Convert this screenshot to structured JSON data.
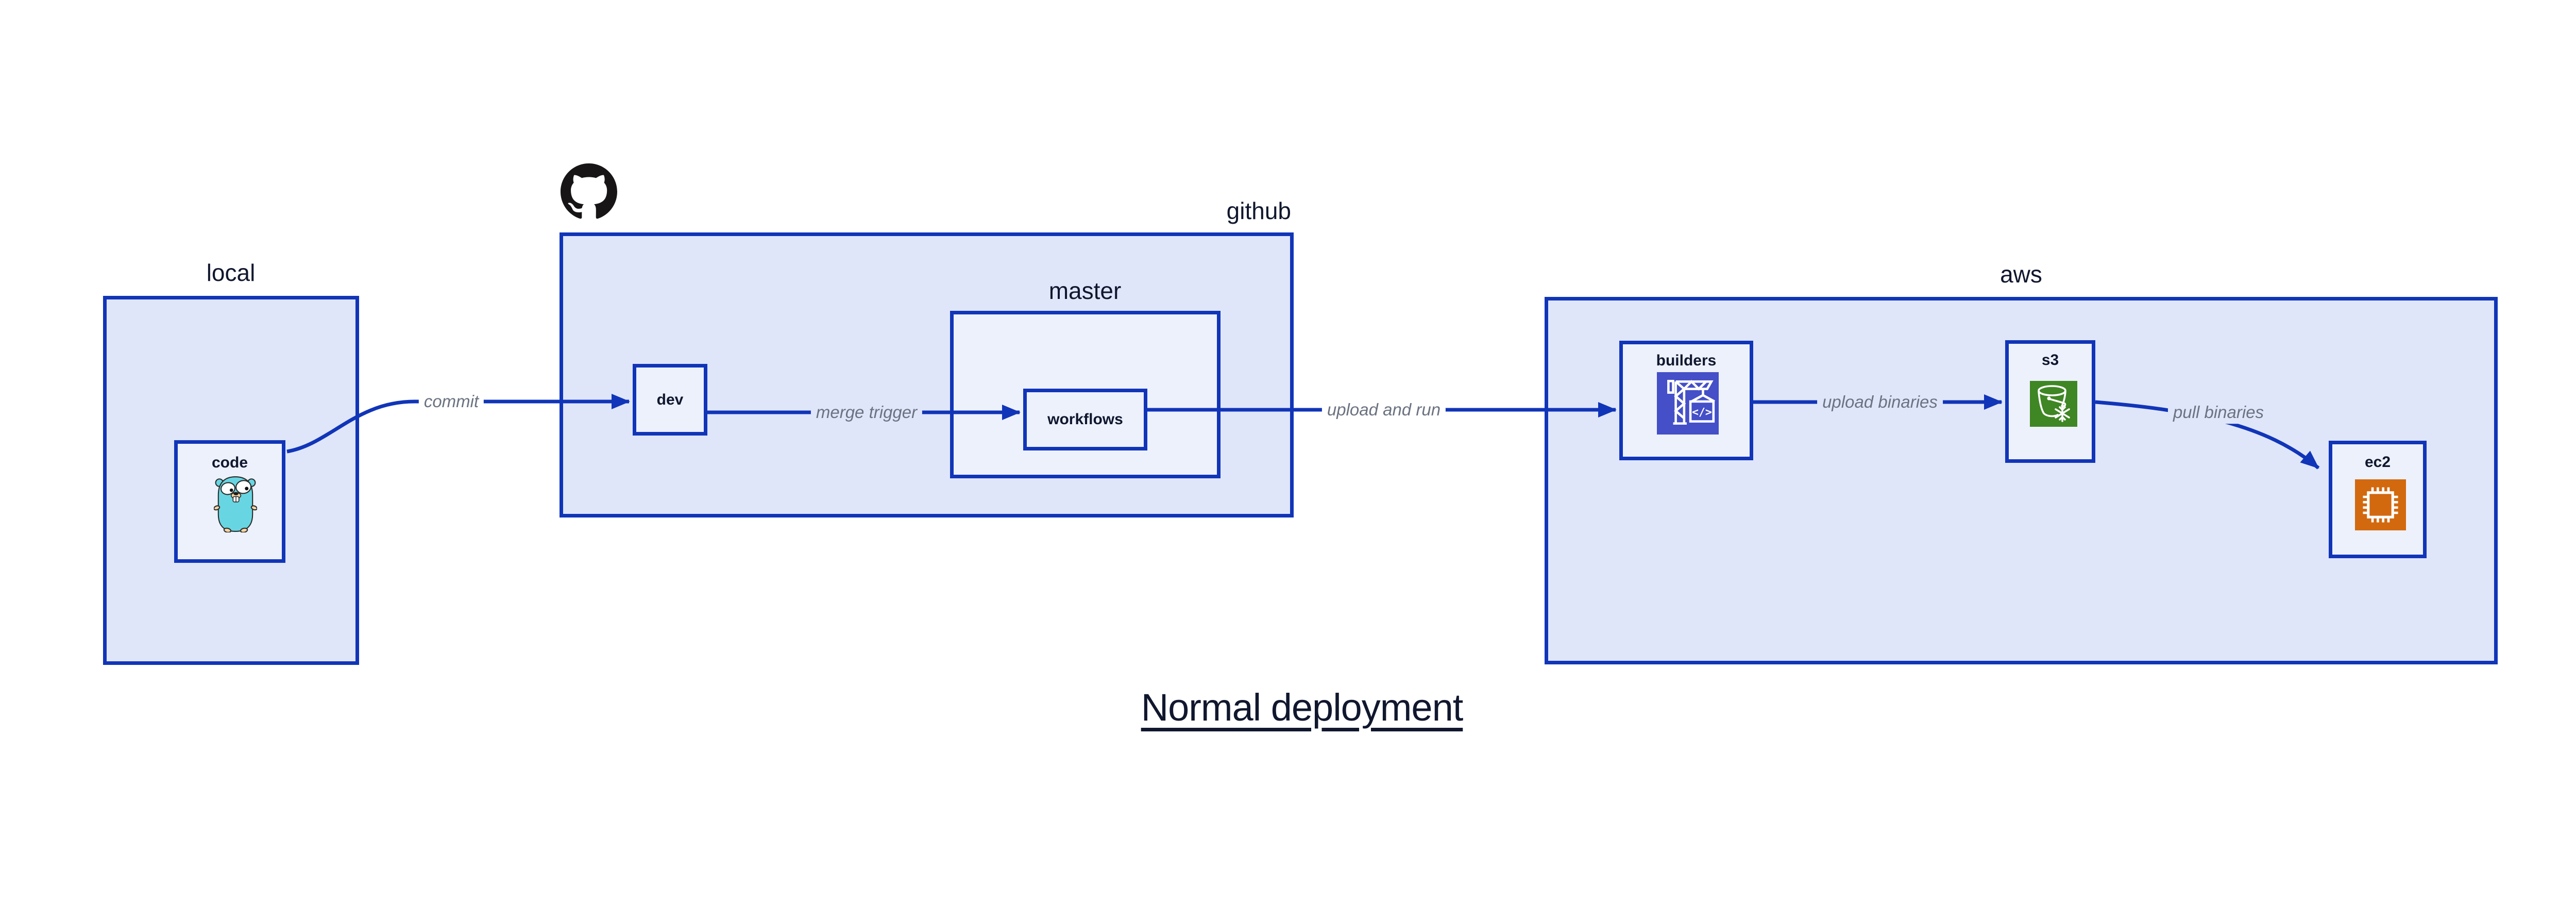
{
  "title": {
    "text": "Normal deployment"
  },
  "colors": {
    "background": "#ffffff",
    "stroke_blue": "#1135b8",
    "group_fill": "#dfe6fa",
    "master_fill": "#edf1fc",
    "node_fill": "#edf1fc",
    "text_dark": "#10172e",
    "edge_label_gray": "#6b7280",
    "builders_icon_bg": "#444fc8",
    "s3_icon_bg": "#3f8624",
    "ec2_icon_bg": "#d2690f",
    "gopher_teal": "#67d6e2",
    "octocat_black": "#171515"
  },
  "logo": {
    "name": "github-octocat-icon"
  },
  "groups": {
    "local": {
      "label": "local"
    },
    "github": {
      "label": "github"
    },
    "master": {
      "label": "master"
    },
    "aws": {
      "label": "aws"
    }
  },
  "nodes": {
    "code": {
      "label": "code",
      "icon": "go-gopher-icon"
    },
    "dev": {
      "label": "dev"
    },
    "workflows": {
      "label": "workflows"
    },
    "builders": {
      "label": "builders",
      "icon": "aws-codebuild-crane-icon"
    },
    "s3": {
      "label": "s3",
      "icon": "aws-s3-bucket-snowflake-icon"
    },
    "ec2": {
      "label": "ec2",
      "icon": "aws-ec2-chip-icon"
    }
  },
  "edges": {
    "commit": {
      "label": "commit"
    },
    "merge_trigger": {
      "label": "merge trigger"
    },
    "upload_and_run": {
      "label": "upload and run"
    },
    "upload_binaries": {
      "label": "upload binaries"
    },
    "pull_binaries": {
      "label": "pull binaries"
    }
  }
}
